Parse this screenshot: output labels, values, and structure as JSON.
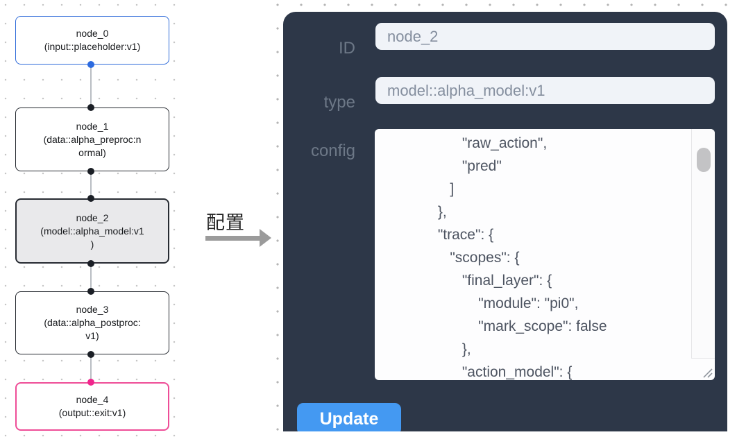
{
  "graph": {
    "nodes": [
      {
        "id": "node_0",
        "title": "node_0",
        "lines": [
          "(input::placeholder:v1)"
        ],
        "state": "input"
      },
      {
        "id": "node_1",
        "title": "node_1",
        "lines": [
          "(data::alpha_preproc:n",
          "ormal)"
        ],
        "state": "default"
      },
      {
        "id": "node_2",
        "title": "node_2",
        "lines": [
          "(model::alpha_model:v1",
          ")"
        ],
        "state": "selected"
      },
      {
        "id": "node_3",
        "title": "node_3",
        "lines": [
          "(data::alpha_postproc:",
          "v1)"
        ],
        "state": "default"
      },
      {
        "id": "node_4",
        "title": "node_4",
        "lines": [
          "(output::exit:v1)"
        ],
        "state": "output"
      }
    ]
  },
  "annotation": {
    "label": "配置"
  },
  "panel": {
    "fields": [
      {
        "label": "ID",
        "value": "node_2"
      },
      {
        "label": "type",
        "value": "model::alpha_model:v1"
      }
    ],
    "config_label": "config",
    "config_text": "                   \"raw_action\",\n                   \"pred\"\n                ]\n             },\n             \"trace\": {\n                \"scopes\": {\n                   \"final_layer\": {\n                       \"module\": \"pi0\",\n                       \"mark_scope\": false\n                   },\n                   \"action_model\": {",
    "update_label": "Update"
  },
  "colors": {
    "panel_bg": "#2d3748",
    "field_bg": "#f0f3f8",
    "field_text": "#848e9e",
    "label_text": "#6d7887",
    "config_text": "#4d5461",
    "button_blue": "#4499f2",
    "node_border_default": "#23272e",
    "node_border_input": "#2d6ad9",
    "node_border_output": "#ee4d97",
    "node_selected_bg": "#e9e9eb",
    "handle_dark": "#1b1f26",
    "handle_blue": "#2c6be0",
    "handle_pink": "#f0268d",
    "edge_gray": "#b9bdc3",
    "arrow_gray": "#9b9b9b"
  }
}
